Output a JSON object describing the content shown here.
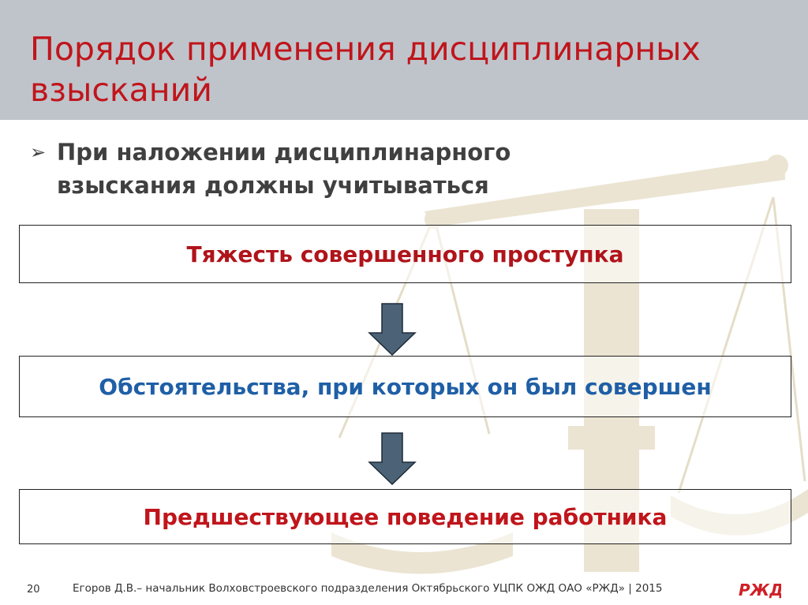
{
  "slide": {
    "title": "Порядок применения дисциплинарных взысканий",
    "bullet_marker": "➢",
    "bullet_text": "При наложении дисциплинарного взыскания должны учитываться"
  },
  "boxes": [
    {
      "label": "Тяжесть совершенного проступка",
      "color": "#b0141b"
    },
    {
      "label": "Обстоятельства, при которых он был совершен",
      "color": "#1f5fa6"
    },
    {
      "label": "Предшествующее поведение работника",
      "color": "#c0151b"
    }
  ],
  "footer": {
    "page_number": "20",
    "text": "Егоров Д.В.– начальник Волховстроевского подразделения Октябрьского УЦПК ОЖД ОАО «РЖД»  |  2015",
    "logo_text": "РЖД"
  },
  "colors": {
    "header_bg": "#bfc4cb",
    "title": "#c0151b",
    "arrow_fill": "#4b6277",
    "logo": "#d01f26"
  },
  "icons": {
    "background": "scales-of-justice-watermark",
    "arrows": "down-arrow-icon",
    "logo": "rzd-logo"
  }
}
